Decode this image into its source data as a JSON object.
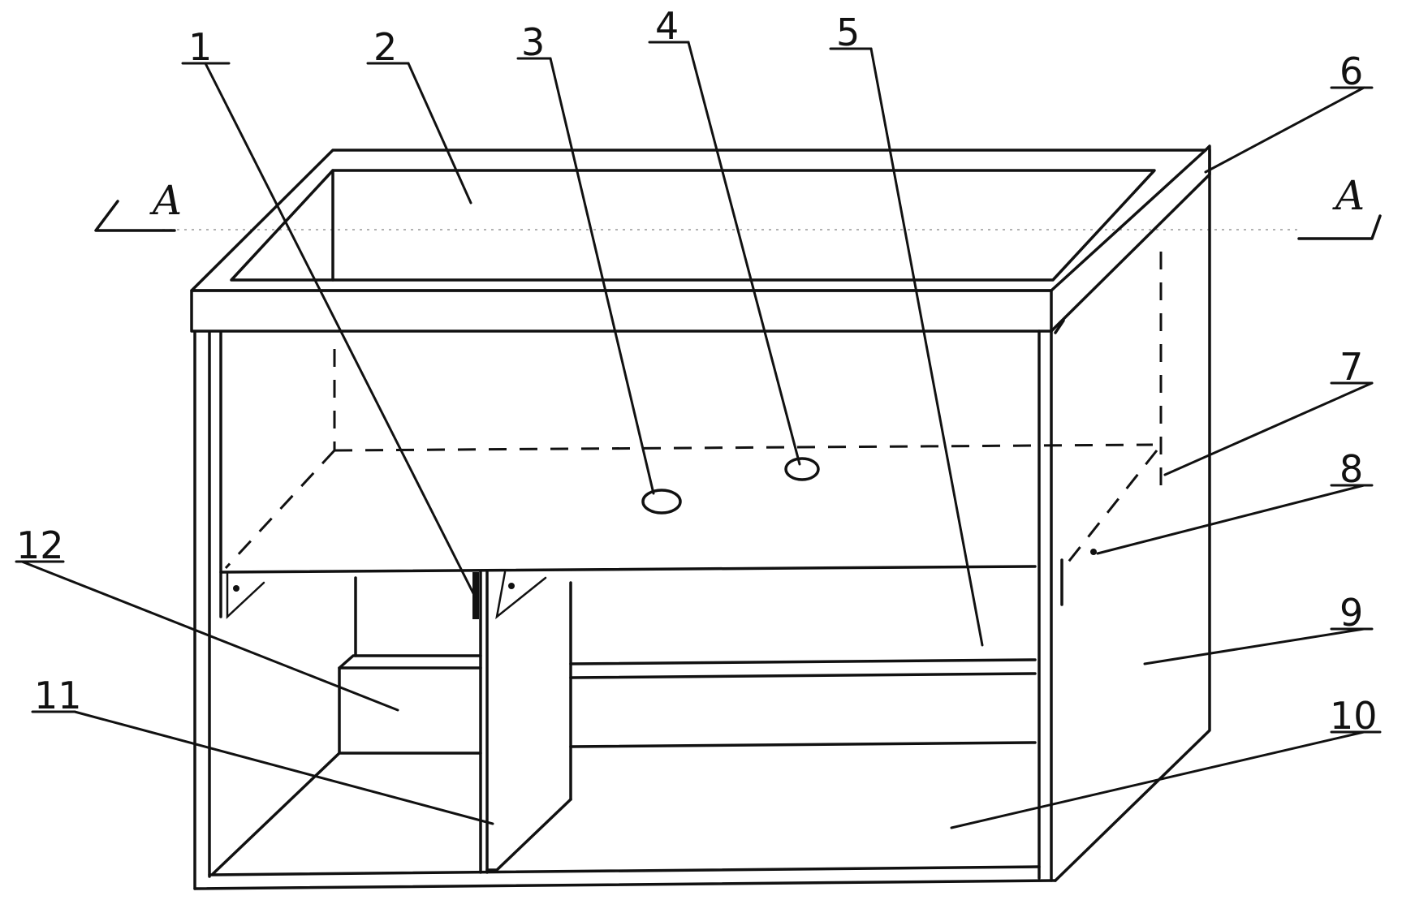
{
  "section_marks": {
    "left": "A",
    "right": "A"
  },
  "callouts": [
    "1",
    "2",
    "3",
    "4",
    "5",
    "6",
    "7",
    "8",
    "9",
    "10",
    "11",
    "12"
  ]
}
